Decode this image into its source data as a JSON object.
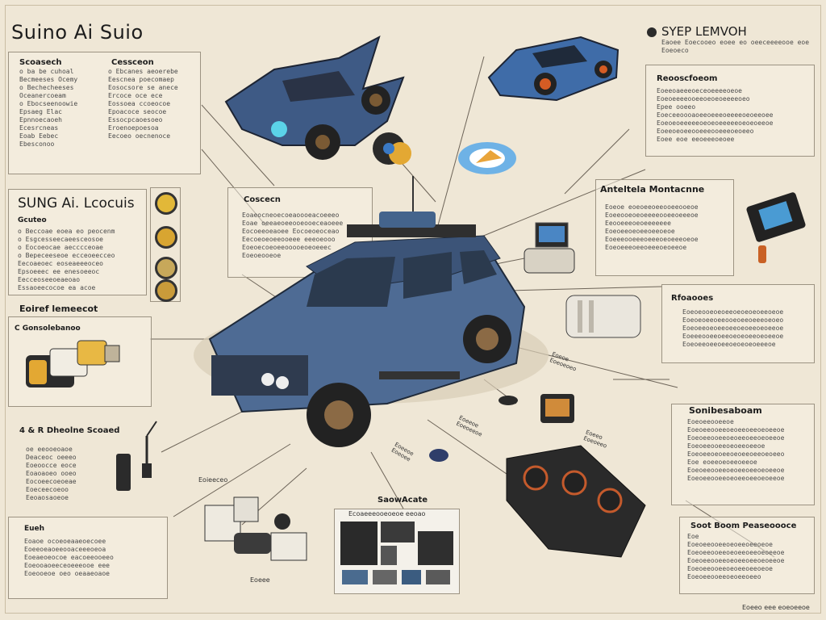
{
  "main_title": "Suino Ai Suio",
  "panels": {
    "top_left_a": {
      "heading": "Scoasech",
      "text": "o ba be cuhoal\nBecmeeses Ocemy\no Bechecheeses\nOceanercoeam\no Ebocseenoowie\nEpsaeg Elac\nEpnnoecaoeh\nEcesrcneas\nEoab Eebec\nEbesconoo"
    },
    "top_left_b": {
      "heading": "Cessceon",
      "text": "o Ebcanes aeoerebe\nEescnea poecomaep\nEosocsore se anece\nErcoce oce ece\nEossoea ccoeocoe\nEpoacoce seocoe\nEssocpcaoesoeo\nEroenoepoesoa\nEecoeo oecnenoce"
    },
    "left_mid": {
      "heading": "SUNG Ai. Lcocuis",
      "subheading": "Gcuteo",
      "text": "o Beccoae eoea eo peocenm\no Esgcesseecaeesceosoe\no Eocoeocae aecccceoae\no Bepeceeseoe ecceoeecceo\nEecoaeoec eoseaeeeoceo\nEpsoeeec ee enesoeeoc\nEecceoseeoeaeoao\nEssaoeecocoe ea acoe"
    },
    "left_comp": {
      "heading": "Eoiref lemeecot",
      "subheading": "C Gonsolebanoo"
    },
    "left_bottom": {
      "heading": "4 & R Dheolne Scoaed",
      "text": "oe eeooeoaoe\nDeaceoc oeeeo\nEoeoocce eoce\nEoaoaoeo ooeo\nEocoeecoeoeae\nEoeceecoeoo\nEeoaosaoeoe"
    },
    "bottom_left": {
      "heading": "Eueh",
      "text": "Eoaoe ocoeoeaaeoecoee\nEoeeoeaoeeooaceeeoeoa\nEoeaeoeocoe eacoeeooeeo\nEoeooaoeeceoeeeooe eee\nEoeooeoe oeo oeaaeoaoe"
    },
    "center_upper": {
      "heading": "Coscecn",
      "text": "Eoaeocneoecoeaoooeacoeeeo\nEoae oeeaeoeeooeooeceaoeee\nEocoeeoeaoee Eocoeoeoceao\nEecoeoeoeeooeee eeeoeooo\nEoeoecoeoeeooooeoeoeeec\nEoeoeooeoe"
    },
    "top_right": {
      "heading": "SYEP LEMVOH",
      "text": "Eaoee Eoecooeo eoee eo oeeceeeeooe eoe\nEoeoeco"
    },
    "right_a": {
      "heading": "Reooscfoeom",
      "text": "Eoeeoaeeeoeceoeeeeoeoe\nEoeoeeeeooeeoeoeoeeeeoeo\nEpee ooeeo\nEoeceeoooaoeeoeeeoeeeeoeoeeoee\nEoeoeoeeeeeoeoeoeeeeeoeoeoeeoe\nEoeeoeoeeooeeeooeeeoeoeeo\nEoee eoe eeoeeeoeoee"
    },
    "right_b": {
      "heading": "Anteltela Montacnne",
      "text": "Eoeoe eoeoeeoeeooeeooeoe\nEoeeooeoeoeeeeooeeoeeeoe\nEeooeeeoeoeeeeeee\nEoeoeeoeoeeoeeoeoe\nEoeeeooeeeoeeeoeoeeeoeoe\nEoeoeeeoeeoeeeoeoeeoe"
    },
    "right_c": {
      "heading": "Rfoaooes",
      "text": "Eoeoeooeoeoeeoeoeoeoeeoeoe\nEoeoeoeeoeeooeoeeoeeeoeoeo\nEoeoeeoeoeeoeeoeoeeoeoeeoe\nEoeeeooeeoeeoeoeoeeoeoeeoe\nEoeoeeoeeoeeoeoeoeoeeeoe"
    },
    "right_d": {
      "heading": "Sonibesaboam",
      "text": "Eoeoeeooeeoe\nEoeoeeooeeoeoeeoeeoeoeeoe\nEoeoeeooeeoeoeeoeeoeoeeoe\nEoeoeeooeeoeoeeoeeoe\nEoeoeeoeoeeoeoeeoeeoeoeeo\nEoe eoeeoeoeeoeeoe\nEoeoeeooeeoeoeeoeeoeoeeoe\nEoeoeeooeeoeoeeoeeoeoeeoe"
    },
    "right_e": {
      "heading": "Soot Boom Peaseoooce",
      "text": "Eoe\nEoeoeeooeeoeoeeoeeoeoe\nEoeoeeooeeoeoeeoeeoeoeeoe\nEoeoeeooeeoeoeeoeeoeoeeoe\nEoeoeeooeeoeoeeoeeoeoe\nEoeoeeooeeoeoeeoeeo"
    },
    "bottom_center": {
      "heading": "SaowAcate",
      "screen_caption": "Ecoaeeeooeoeoe eeoao"
    }
  },
  "captions": {
    "bottom_small": "Eoieeceo",
    "bottom_device": "Eoeee",
    "center_line_1": "Eoeoe\nEoeoeoeo",
    "center_line_2": "Eoeeoe\nEoeoeeoe",
    "center_line_3": "Eoeeoe\nEoeoee",
    "center_line_4": "Eoeeo\nEoeoeeo",
    "signature": "Eoeeo eee eoeoeeoe"
  },
  "colors": {
    "background": "#efe7d6",
    "truck_blue": "#4e6b94",
    "accent_orange": "#e58a2a",
    "line": "#6d6458"
  }
}
